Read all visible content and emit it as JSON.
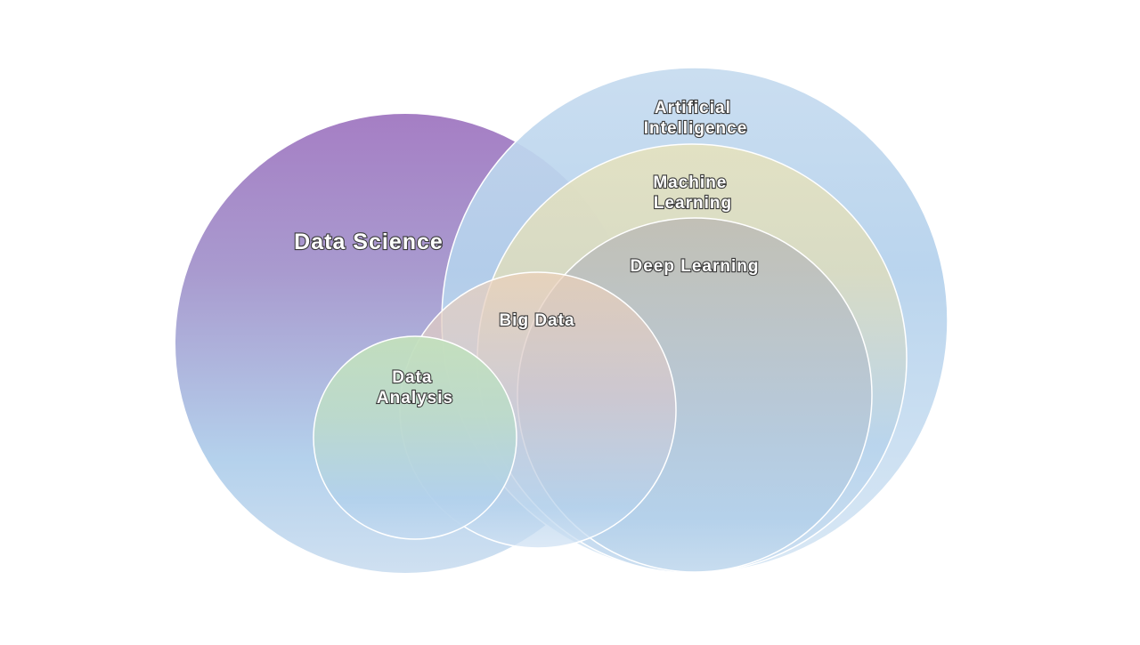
{
  "diagram": {
    "circles": [
      {
        "id": "data-science",
        "label_lines": [
          "Data Science"
        ],
        "colors": {
          "top": "#a57ec4",
          "bottom": "#cfe0f1"
        }
      },
      {
        "id": "artificial-intelligence",
        "label_lines": [
          "Artificial",
          "Intelligence"
        ],
        "colors": {
          "top": "#c0d8ee",
          "bottom": "#d6e6f4"
        }
      },
      {
        "id": "machine-learning",
        "label_lines": [
          "Machine",
          "Learning"
        ],
        "colors": {
          "top": "#e6e2bd",
          "bottom": "#b7d3ec"
        }
      },
      {
        "id": "deep-learning",
        "label_lines": [
          "Deep Learning"
        ],
        "colors": {
          "top": "#bebcb4",
          "bottom": "#c2d9ee"
        }
      },
      {
        "id": "big-data",
        "label_lines": [
          "Big Data"
        ],
        "colors": {
          "top": "#ecd2bc",
          "bottom": "#cde0f2"
        }
      },
      {
        "id": "data-analysis",
        "label_lines": [
          "Data",
          "Analysis"
        ],
        "colors": {
          "top": "#c3e0bc",
          "bottom": "#b6d4ec"
        }
      }
    ]
  }
}
